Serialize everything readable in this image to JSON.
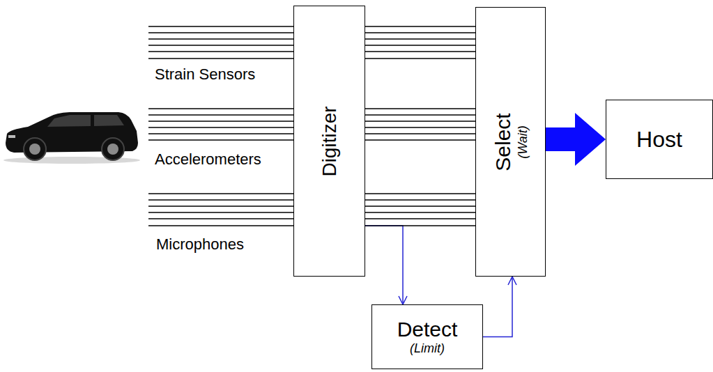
{
  "diagram": {
    "nodes": [
      {
        "text": [
          "Digitizer"
        ]
      },
      {
        "text": [
          "Select",
          "(Wait)"
        ]
      },
      {
        "text": [
          "Host"
        ]
      },
      {
        "text": [
          "Detect",
          "(Limit)"
        ]
      }
    ],
    "edges": [
      {
        "from": 0,
        "to": 3,
        "arrow": "to"
      },
      {
        "from": 3,
        "to": 1,
        "arrow": "to"
      },
      {
        "from": 0,
        "to": 1,
        "arrow": "none"
      },
      {
        "from": 0,
        "to": 1,
        "arrow": "none"
      },
      {
        "from": 0,
        "to": 1,
        "arrow": "none"
      },
      {
        "from": 0,
        "to": 1,
        "arrow": "none"
      },
      {
        "from": 0,
        "to": 1,
        "arrow": "none"
      },
      {
        "from": 0,
        "to": 1,
        "arrow": "none"
      },
      {
        "from": 0,
        "to": 1,
        "arrow": "none"
      },
      {
        "from": 0,
        "to": 1,
        "arrow": "none"
      },
      {
        "from": 0,
        "to": 1,
        "arrow": "none"
      },
      {
        "from": 0,
        "to": 1,
        "arrow": "none"
      },
      {
        "from": 0,
        "to": 1,
        "arrow": "none"
      },
      {
        "from": 0,
        "to": 1,
        "arrow": "none"
      },
      {
        "from": 0,
        "to": 1,
        "arrow": "none"
      },
      {
        "from": 0,
        "to": 1,
        "arrow": "none"
      },
      {
        "from": 0,
        "to": 1,
        "arrow": "none"
      },
      {
        "from": 0,
        "to": 1,
        "arrow": "none"
      },
      {
        "from": 0,
        "to": 1,
        "arrow": "none"
      },
      {
        "from": 0,
        "to": 1,
        "arrow": "none"
      },
      {
        "from": 1,
        "to": 2,
        "arrow": "to"
      }
    ],
    "labels": [
      "Strain Sensors",
      "Accelerometers",
      "Microphones"
    ]
  }
}
